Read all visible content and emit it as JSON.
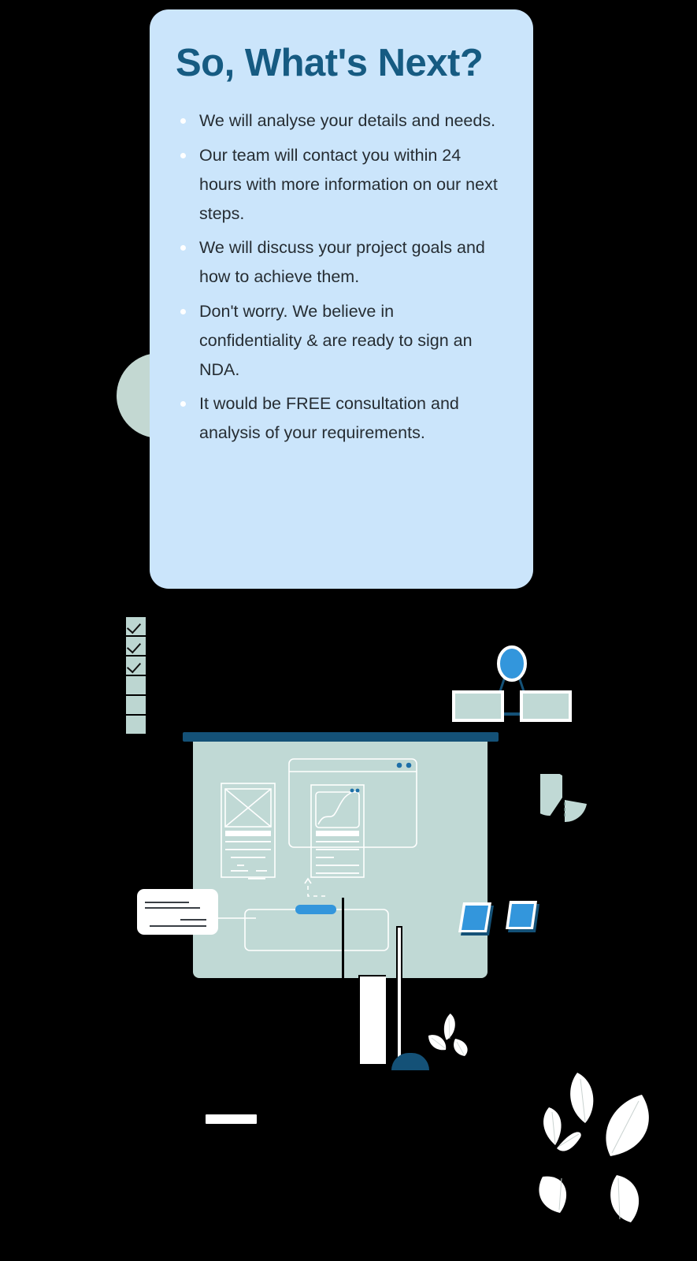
{
  "card": {
    "title": "So, What's Next?",
    "bullets": [
      "We will analyse your details and needs.",
      "Our team will contact you within 24 hours with more information on our next steps.",
      "We will discuss your project goals and how to achieve them.",
      "Don't worry. We believe in confidentiality & are ready to sign an NDA.",
      "It would be FREE consultation and analysis of your requirements."
    ]
  },
  "colors": {
    "background": "#000000",
    "card_background": "#cbe5fb",
    "heading": "#165b82",
    "body_text": "#262d33",
    "bullet_dot": "#ffffff",
    "accent_blue": "#3396dc",
    "deep_blue": "#145177",
    "pale_green": "#c0d9d5",
    "check_green": "#bcd6d1",
    "leaf_white": "#ffffff"
  },
  "illustration": {
    "checklist": {
      "name": "checklist-column",
      "total_boxes": 6,
      "checked": 3
    },
    "flowchart": {
      "name": "org-flowchart",
      "node_shape": "ellipse",
      "children": 2
    },
    "monitor": {
      "name": "desktop-monitor",
      "wireframe_panels": 3,
      "panels": [
        "browser-window",
        "image-placeholder-card",
        "line-chart-card"
      ]
    },
    "pie_chart": {
      "name": "pie-chart",
      "slices": 2,
      "exploded_slice": true
    },
    "note_card": {
      "name": "note-card",
      "text_lines": 4
    },
    "tablets": {
      "name": "tablet-devices",
      "count": 2
    },
    "leaves": {
      "name": "leaf-decorations",
      "cluster_1_count": 3,
      "cluster_2_count": 6
    }
  }
}
